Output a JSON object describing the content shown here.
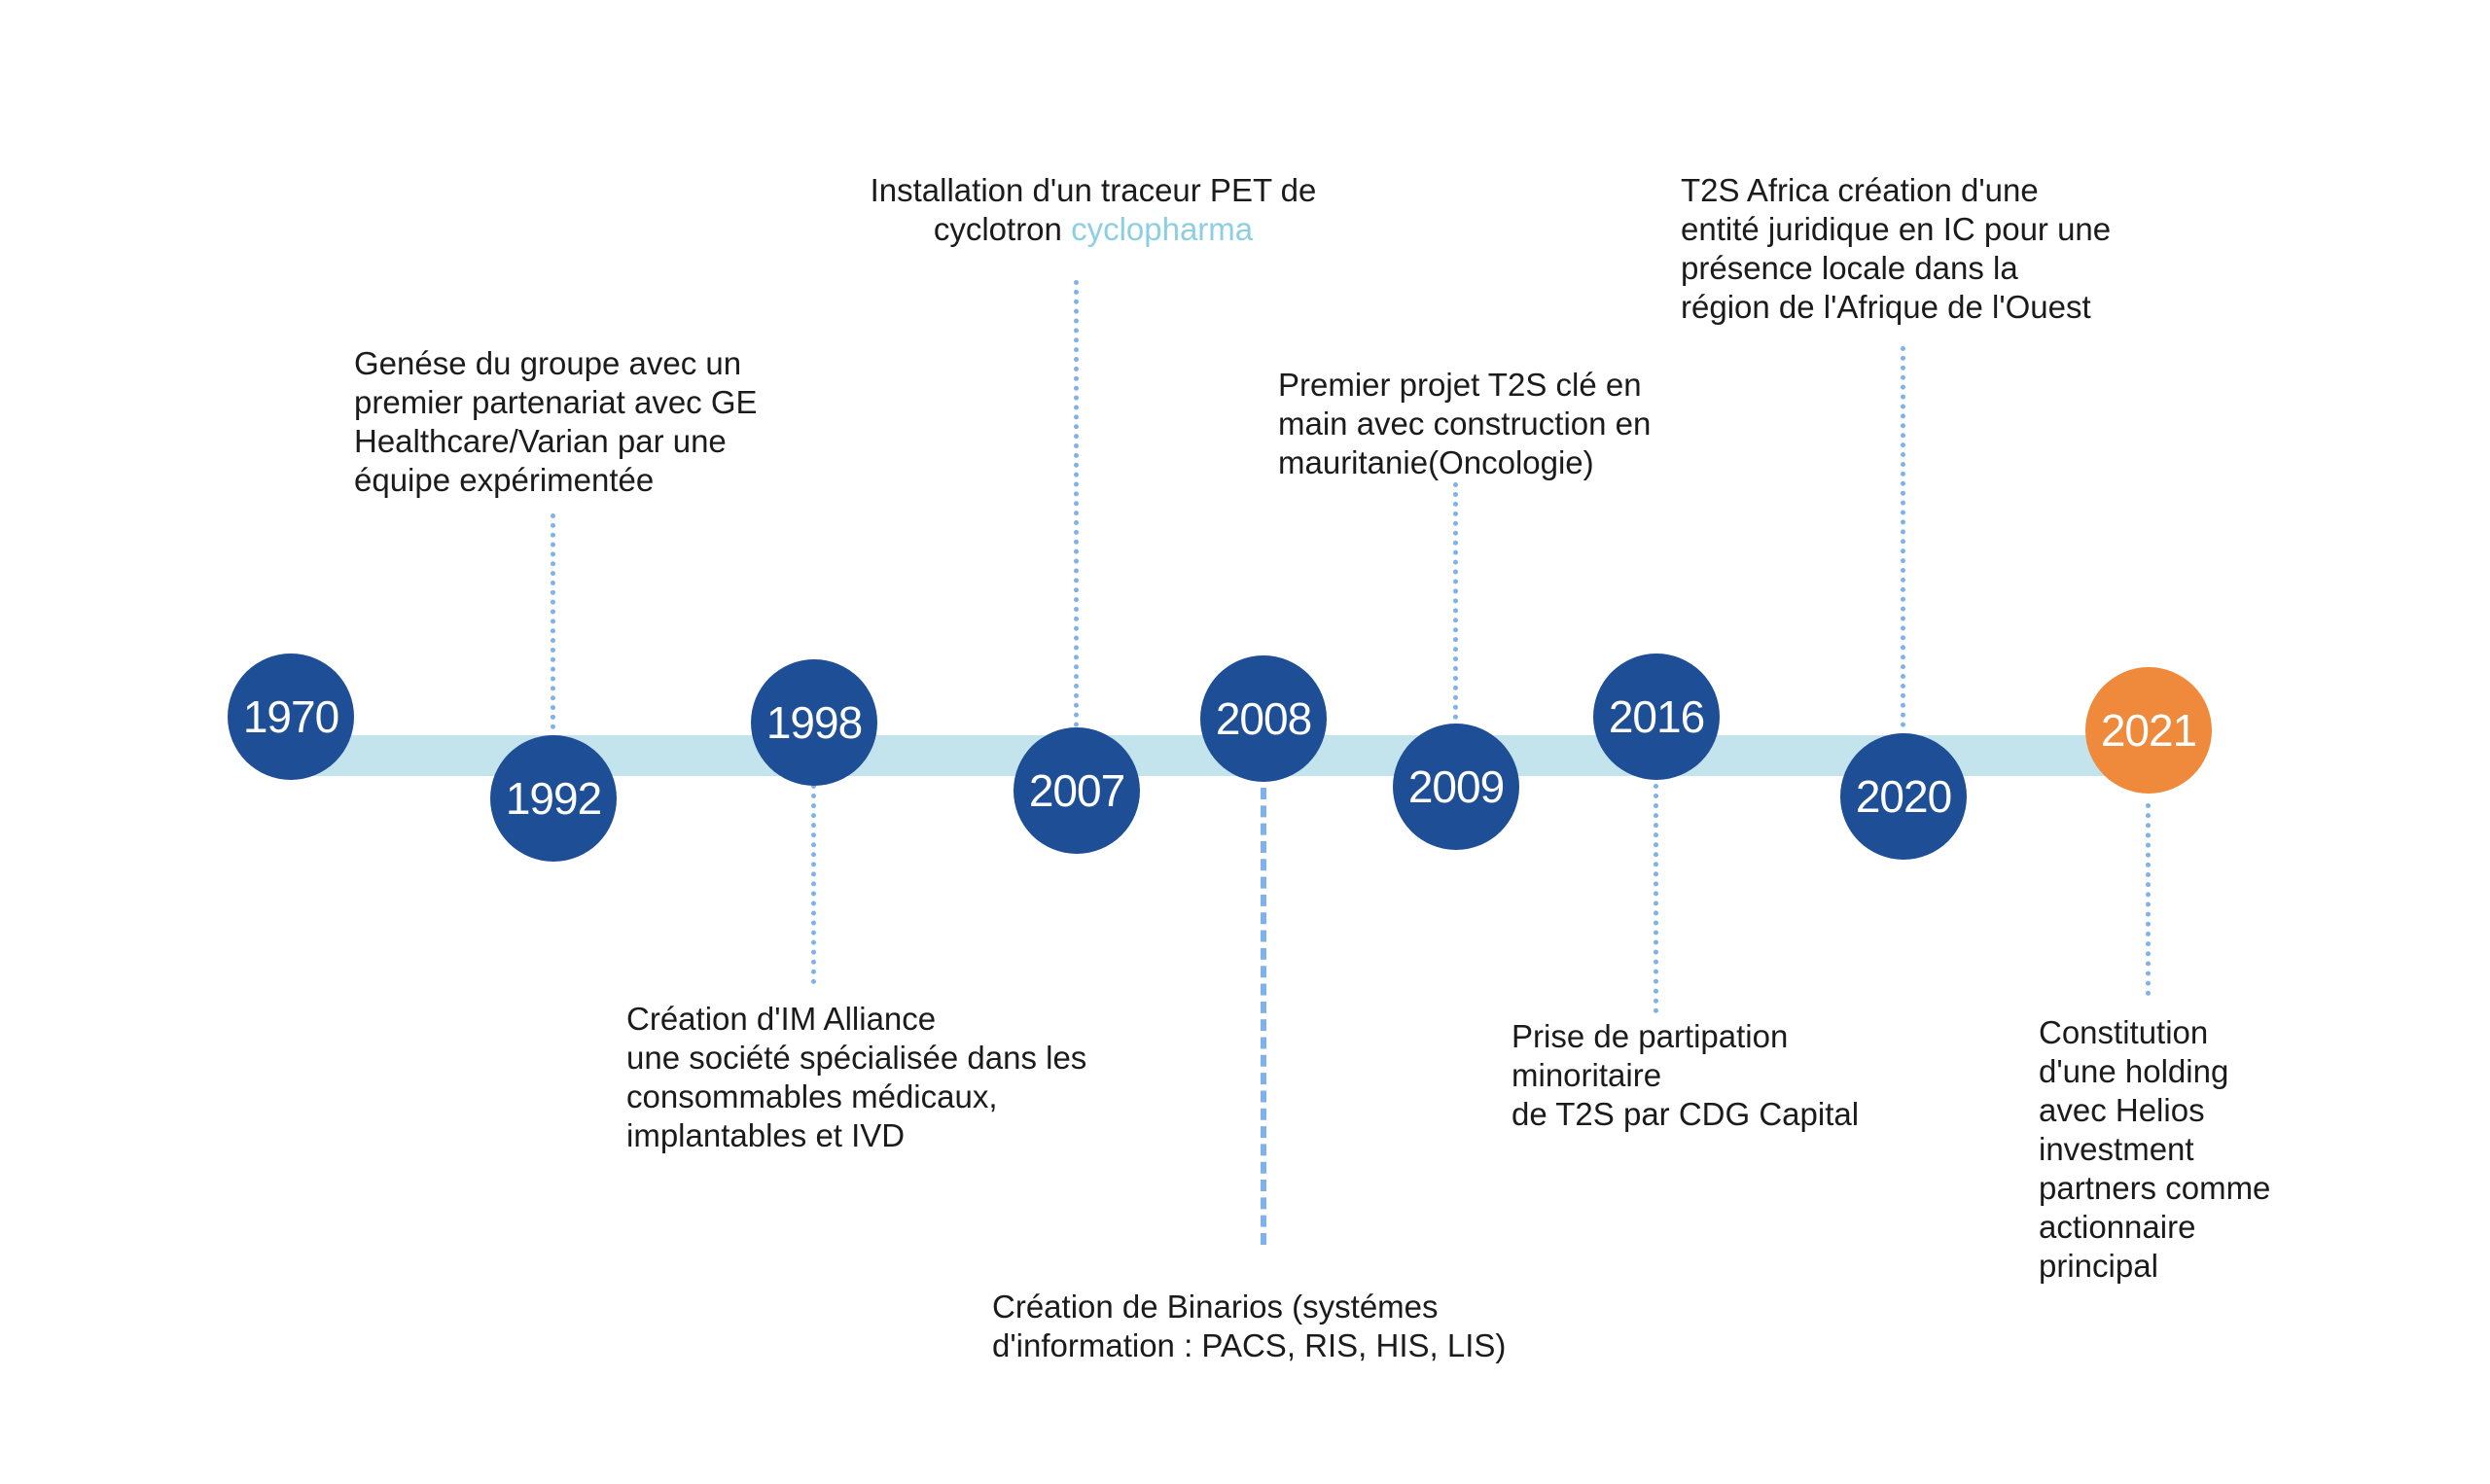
{
  "colors": {
    "node": "#1d4e96",
    "node_accent": "#ef8a3c",
    "bar": "#c3e4ec",
    "connector": "#7fb2ea",
    "highlight": "#8ccfe3",
    "text": "#1b1b1b"
  },
  "milestones": [
    {
      "year": "1970",
      "text": ""
    },
    {
      "year": "1992",
      "text": "Genése du groupe avec un\npremier partenariat avec GE\nHealthcare/Varian par une\néquipe expérimentée"
    },
    {
      "year": "1998",
      "text": "Création d'IM Alliance\nune société spécialisée dans les\nconsommables médicaux,\nimplantables et IVD"
    },
    {
      "year": "2007",
      "text_before": "Installation d'un traceur PET de\ncyclotron ",
      "highlight": "cyclopharma"
    },
    {
      "year": "2008",
      "text": "Création de Binarios (systémes\nd'information : PACS, RIS, HIS, LIS)"
    },
    {
      "year": "2009",
      "text": "Premier projet T2S clé en\nmain avec construction en\nmauritanie(Oncologie)"
    },
    {
      "year": "2016",
      "text": "Prise de partipation\nminoritaire\nde T2S par CDG Capital"
    },
    {
      "year": "2020",
      "text": "T2S Africa création d'une\nentité juridique en IC pour une\nprésence locale dans la\nrégion de l'Afrique de l'Ouest"
    },
    {
      "year": "2021",
      "text": "Constitution\nd'une holding\navec Helios\ninvestment\npartners comme\nactionnaire\nprincipal"
    }
  ]
}
